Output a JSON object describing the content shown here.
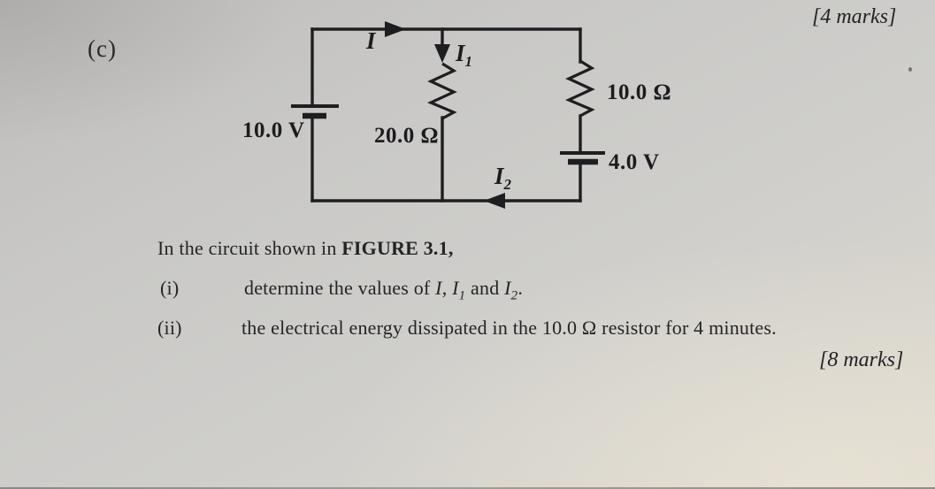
{
  "page": {
    "part_label": "(c)",
    "marks_top": "[4 marks]",
    "marks_bottom": "[8 marks]"
  },
  "question": {
    "intro_pre": "In the circuit shown in ",
    "intro_figure": "FIGURE 3.1,",
    "item_i_num": "(i)",
    "item_i_pre": "determine the values of ",
    "item_i_v1": "I",
    "item_i_sep1": ", ",
    "item_i_v2": "I",
    "item_i_v2_sub": "1",
    "item_i_sep2": " and ",
    "item_i_v3": "I",
    "item_i_v3_sub": "2",
    "item_i_end": ".",
    "item_ii_num": "(ii)",
    "item_ii_text": "the electrical energy dissipated in the 10.0 Ω resistor for 4 minutes."
  },
  "circuit": {
    "battery_left_label": "10.0 V",
    "resistor_mid_label": "20.0 Ω",
    "resistor_right_label": "10.0 Ω",
    "battery_right_label": "4.0 V",
    "current_main": "I",
    "current_1_base": "I",
    "current_1_sub": "1",
    "current_2_base": "I",
    "current_2_sub": "2"
  },
  "colors": {
    "ink": "#1e1e20",
    "paper": "#cbcac8"
  }
}
